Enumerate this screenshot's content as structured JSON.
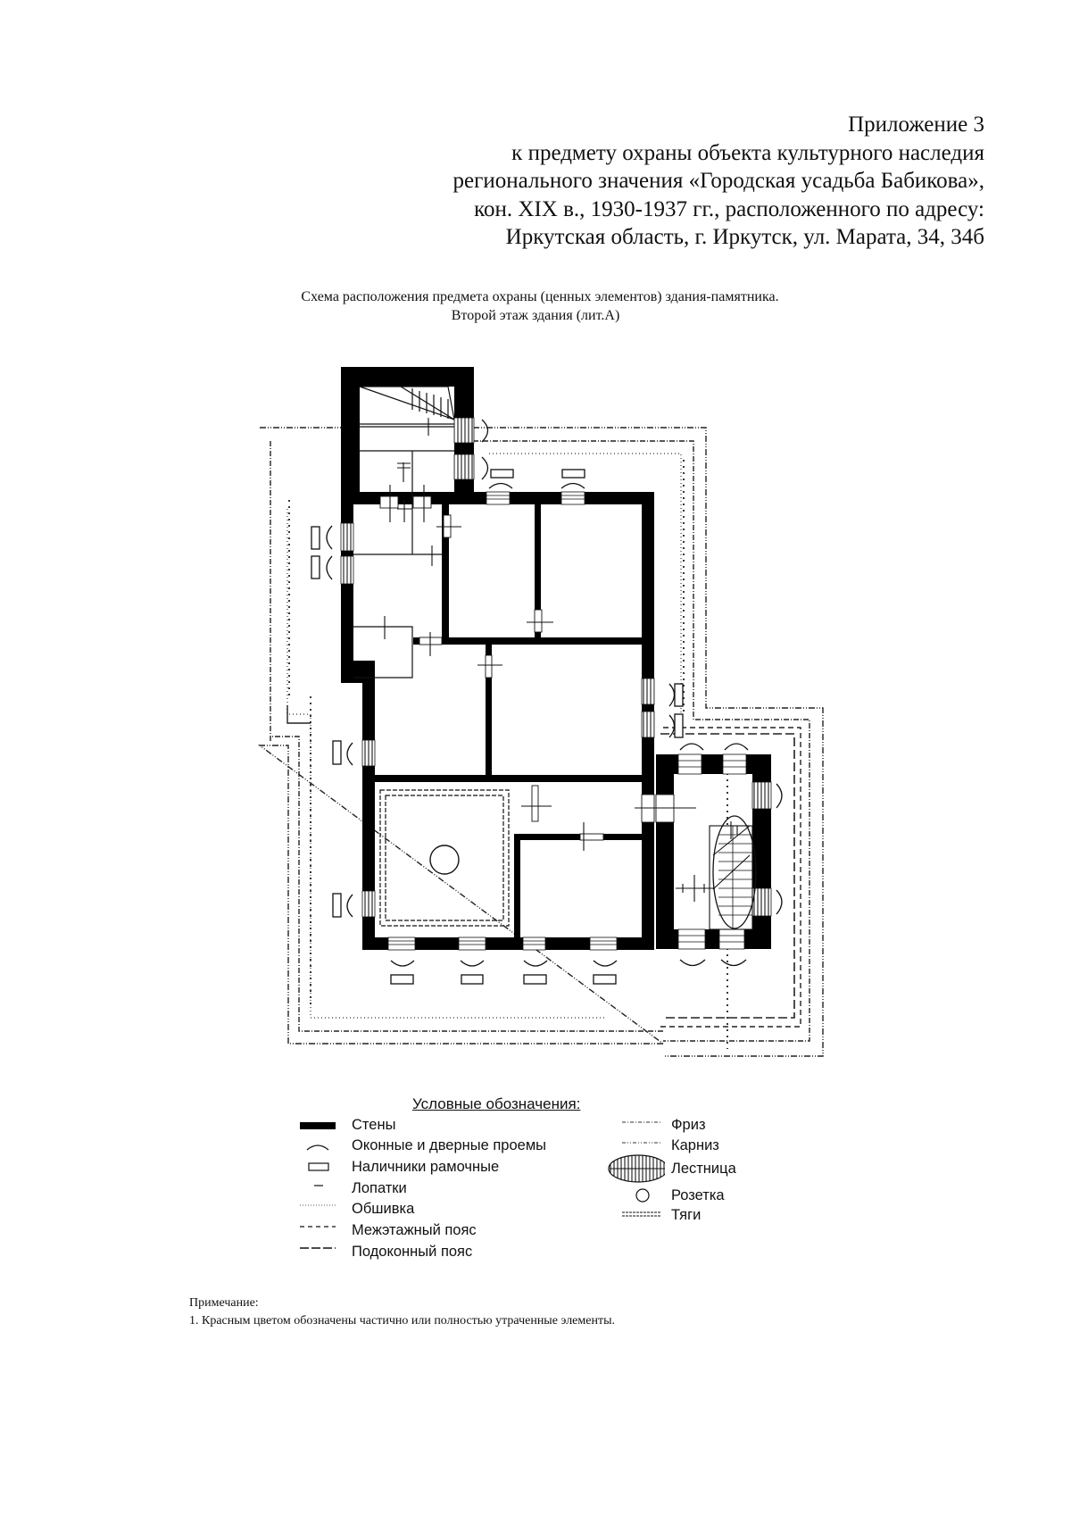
{
  "header": {
    "lines": [
      "Приложение 3",
      "к предмету охраны объекта культурного наследия",
      "регионального значения «Городская усадьба Бабикова»,",
      "кон. XIX в., 1930-1937 гг., расположенного по адресу:",
      "Иркутская область, г. Иркутск, ул. Марата, 34, 34б"
    ]
  },
  "subtitle": {
    "line1": "Схема расположения предмета охраны (ценных элементов) здания-памятника.",
    "line2": "Второй этаж здания (лит.А)"
  },
  "plan": {
    "wall_color": "#000000",
    "line_color": "#111111",
    "rooms_count": 10,
    "features": [
      "stair-tower",
      "main-block",
      "spiral-stair-annex",
      "rosette",
      "cornice-outlines"
    ]
  },
  "legend": {
    "title": "Условные обозначения:",
    "left": [
      {
        "symbol": "wall-fill-icon",
        "label": "Стены"
      },
      {
        "symbol": "arch-opening-icon",
        "label": "Оконные и дверные проемы"
      },
      {
        "symbol": "frame-rect-icon",
        "label": "Наличники рамочные"
      },
      {
        "symbol": "short-dash-icon",
        "label": "Лопатки"
      },
      {
        "symbol": "dotted-line-icon",
        "label": "Обшивка"
      },
      {
        "symbol": "dashed-line-icon",
        "label": "Межэтажный пояс"
      },
      {
        "symbol": "long-dash-line-icon",
        "label": "Подоконный пояс"
      }
    ],
    "right": [
      {
        "symbol": "dash-dot-line-icon",
        "label": "Фриз"
      },
      {
        "symbol": "dash-dot-dot-line-icon",
        "label": "Карниз"
      },
      {
        "symbol": "hatched-ellipse-icon",
        "label": "Лестница"
      },
      {
        "symbol": "circle-icon",
        "label": "Розетка"
      },
      {
        "symbol": "double-dashed-line-icon",
        "label": "Тяги"
      }
    ]
  },
  "note": {
    "title": "Примечание:",
    "items": [
      "1. Красным цветом обозначены частично или полностью утраченные элементы."
    ]
  }
}
